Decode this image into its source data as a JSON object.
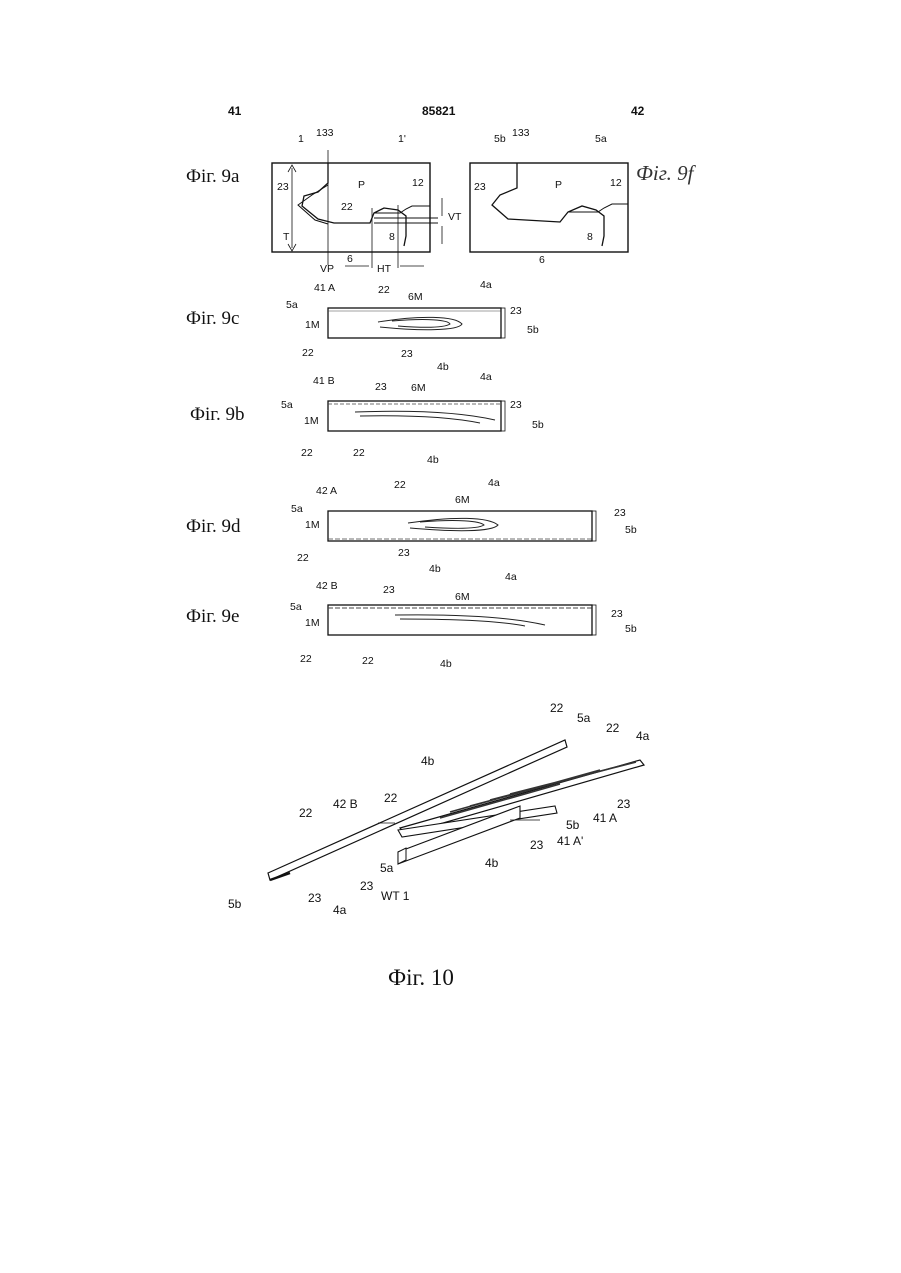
{
  "header": {
    "left_page": "41",
    "doc_number": "85821",
    "right_page": "42"
  },
  "captions": {
    "fig9a": "Фіг. 9а",
    "fig9f": "Фіг. 9f",
    "fig9c": "Фіг. 9с",
    "fig9b": "Фіг. 9b",
    "fig9d": "Фіг. 9d",
    "fig9e": "Фіг. 9е",
    "fig10": "Фіг. 10"
  },
  "fig9a_labels": {
    "l1": "1",
    "l133": "133",
    "l1p": "1'",
    "l23": "23",
    "l22": "22",
    "lP": "P",
    "l12": "12",
    "lVT": "VT",
    "lT": "T",
    "l8": "8",
    "l6": "6",
    "lVP": "VP",
    "lHT": "HT"
  },
  "fig9f_labels": {
    "l5b": "5b",
    "l133": "133",
    "l5a": "5a",
    "l23": "23",
    "lP": "P",
    "l12": "12",
    "l8": "8",
    "l6": "6"
  },
  "fig9c_labels": {
    "id": "41 A",
    "l22top": "22",
    "l6M": "6M",
    "l4a": "4a",
    "l5a": "5a",
    "l23r": "23",
    "l1M": "1M",
    "l5b": "5b",
    "l22bl": "22",
    "l23b": "23",
    "l4b": "4b"
  },
  "fig9b_labels": {
    "id": "41 B",
    "l23top": "23",
    "l6M": "6M",
    "l4a": "4a",
    "l5a": "5a",
    "l23r": "23",
    "l1M": "1M",
    "l5b": "5b",
    "l22bl": "22",
    "l22b": "22",
    "l4b": "4b"
  },
  "fig9d_labels": {
    "id": "42 A",
    "l22top": "22",
    "l6M": "6M",
    "l4a": "4a",
    "l5a": "5a",
    "l23r": "23",
    "l1M": "1M",
    "l5b": "5b",
    "l22bl": "22",
    "l23b": "23",
    "l4b": "4b"
  },
  "fig9e_labels": {
    "id": "42 B",
    "l23top": "23",
    "l6M": "6M",
    "l4a": "4a",
    "l5a": "5a",
    "l23r": "23",
    "l1M": "1M",
    "l5b": "5b",
    "l22bl": "22",
    "l22b": "22",
    "l4b": "4b"
  },
  "fig10_labels": {
    "l22a": "22",
    "l5a_top": "5a",
    "l22b": "22",
    "l4a_top": "4a",
    "l4b_top": "4b",
    "l42B": "42 B",
    "l22c": "22",
    "l22d": "22",
    "l23a": "23",
    "l41A": "41 A",
    "l5b_mid": "5b",
    "l23b": "23",
    "l41Ap": "41 A'",
    "l4b_mid": "4b",
    "l5a_mid": "5a",
    "lWT1": "WT 1",
    "l5b_left": "5b",
    "l23c": "23",
    "l23d": "23",
    "l4a_bot": "4a"
  }
}
